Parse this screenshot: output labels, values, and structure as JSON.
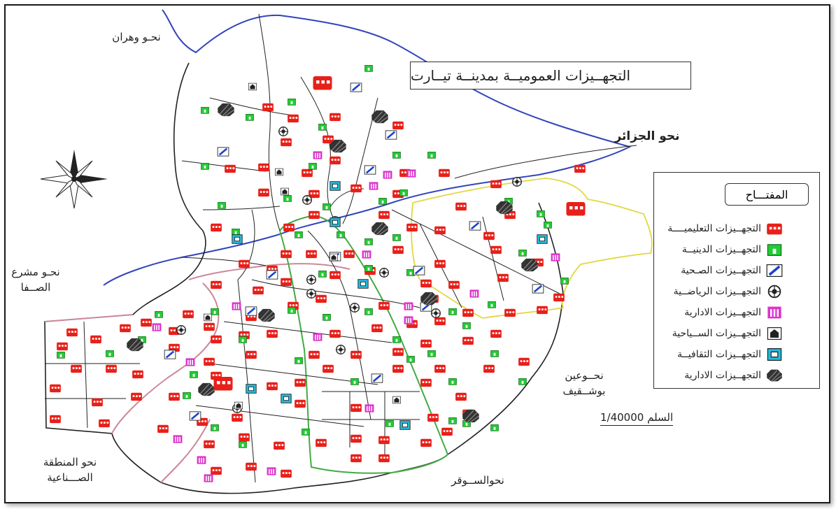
{
  "map": {
    "title": "التجهــيزات العموميــة بمدينــة تيــارت",
    "scale": "السلم 1/40000",
    "directions": {
      "oran": "نحـو وهران",
      "algiers": "نحو الجزائر",
      "safa_line1": "نحـو مشرع",
      "safa_line2": "الصــفا",
      "ainbouchekif_line1": "نحــوعين",
      "ainbouchekif_line2": "بوشــقيف",
      "industrial_line1": "نحو المنطقة",
      "industrial_line2": "الصـــناعية",
      "sougueur": "نحوالســوقر"
    },
    "legend": {
      "title": "المفتـــاح",
      "items": [
        {
          "label": "التجهــيزات التعليميــــة",
          "icon": "education-icon"
        },
        {
          "label": "التجهــيزات الدينيــة",
          "icon": "religious-icon"
        },
        {
          "label": "التجهــيزات الصـحية",
          "icon": "health-icon"
        },
        {
          "label": "التجهــيزات الرياضــية",
          "icon": "sports-icon"
        },
        {
          "label": "التجهــيزات الادارية",
          "icon": "administrative-icon"
        },
        {
          "label": "التجهــيزات الســياحية",
          "icon": "tourism-icon"
        },
        {
          "label": "التجهــيزات الثقافيــة",
          "icon": "cultural-icon"
        },
        {
          "label": "التجهــيزات الادارية",
          "icon": "administrative-hatched-icon"
        }
      ]
    },
    "colors": {
      "education": "#e8201a",
      "religious": "#22cc33",
      "health": "#1a44cc",
      "administrative": "#dd33cc",
      "cultural": "#22bbdd",
      "boundary_blue": "#3344bb",
      "boundary_yellow": "#e0d840",
      "boundary_pink": "#cc8899",
      "boundary_green": "#44aa44",
      "road": "#222222"
    }
  }
}
